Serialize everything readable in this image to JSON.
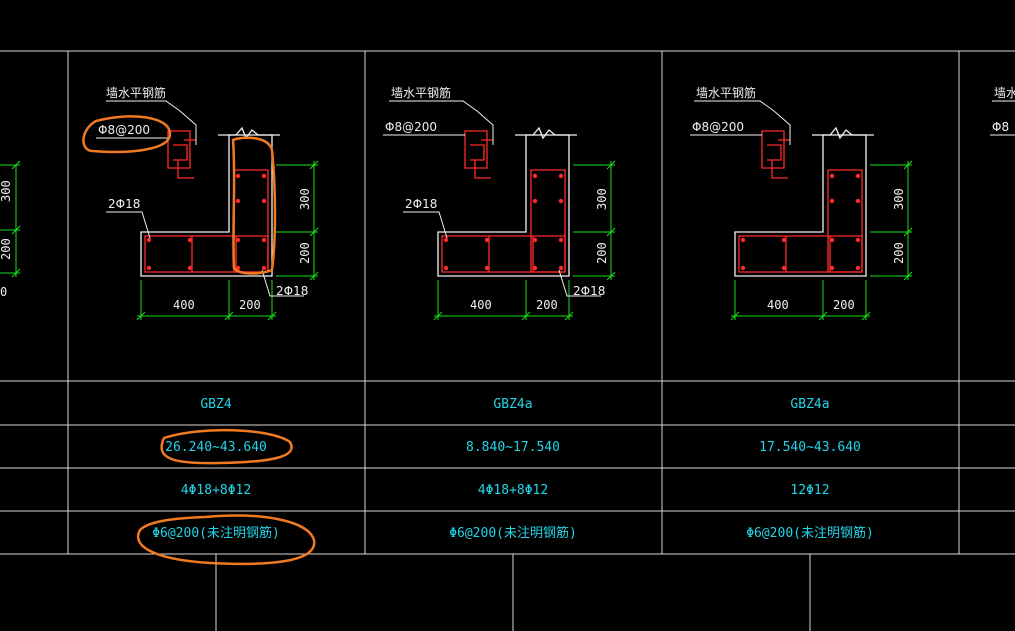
{
  "colors": {
    "background": "#000000",
    "grid": "#d8d8d8",
    "wall": "#f2f2f2",
    "rebar": "#ff2a2a",
    "dimension": "#19e019",
    "table_text": "#22d4e8",
    "markup": "#f07a22"
  },
  "partial_left": {
    "dim_300": "300",
    "dim_200": "200",
    "dim_cut": "0"
  },
  "details": [
    {
      "label_wall": "墙水平钢筋",
      "label_spacing": "Φ8@200",
      "label_2phi18_a": "2Φ18",
      "label_2phi18_b": "2Φ18",
      "dim_400": "400",
      "dim_200_h": "200",
      "dim_300": "300",
      "dim_200_v": "200"
    },
    {
      "label_wall": "墙水平钢筋",
      "label_spacing": "Φ8@200",
      "label_2phi18_a": "2Φ18",
      "label_2phi18_b": "2Φ18",
      "dim_400": "400",
      "dim_200_h": "200",
      "dim_300": "300",
      "dim_200_v": "200"
    },
    {
      "label_wall": "墙水平钢筋",
      "label_spacing": "Φ8@200",
      "dim_400": "400",
      "dim_200_h": "200",
      "dim_300": "300",
      "dim_200_v": "200"
    }
  ],
  "partial_right": {
    "label_wall": "墙水",
    "label_spacing": "Φ8"
  },
  "table": {
    "columns": [
      {
        "name": "GBZ4",
        "elevation": "26.240~43.640",
        "longitudinal": "4Φ18+8Φ12",
        "stirrup": "Φ6@200(未注明钢筋)"
      },
      {
        "name": "GBZ4a",
        "elevation": "8.840~17.540",
        "longitudinal": "4Φ18+8Φ12",
        "stirrup": "Φ6@200(未注明钢筋)"
      },
      {
        "name": "GBZ4a",
        "elevation": "17.540~43.640",
        "longitudinal": "12Φ12",
        "stirrup": "Φ6@200(未注明钢筋)"
      }
    ]
  }
}
